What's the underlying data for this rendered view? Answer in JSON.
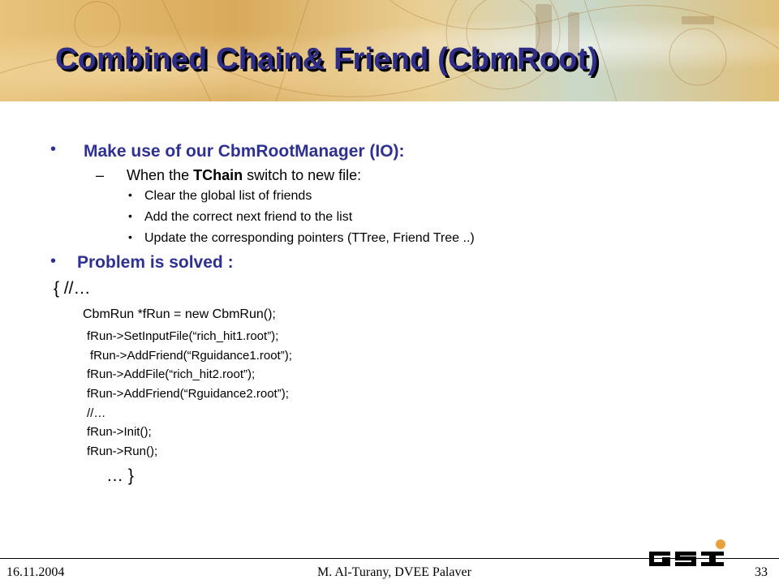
{
  "slide": {
    "title": "Combined Chain& Friend (CbmRoot)",
    "bullets": {
      "b1": "Make use of our CbmRootManager (IO):",
      "b1_sub": {
        "dash": "–",
        "pre": "When the ",
        "bold": "TChain",
        "post": " switch to new file:"
      },
      "b1_items": [
        "Clear the global list of friends",
        "Add  the correct  next friend  to the list",
        "Update the corresponding pointers (TTree, Friend Tree ..)"
      ],
      "b2": "Problem is solved :"
    },
    "code": {
      "open": "{ //…",
      "lines": [
        "CbmRun *fRun = new CbmRun();",
        "fRun->SetInputFile(“rich_hit1.root”);",
        "fRun->AddFriend(“Rguidance1.root”);",
        "fRun->AddFile(“rich_hit2.root”);",
        "fRun->AddFriend(“Rguidance2.root”);",
        "//…",
        "fRun->Init();",
        "fRun->Run();"
      ],
      "close": "…  }"
    }
  },
  "footer": {
    "date": "16.11.2004",
    "author": "M. Al-Turany,  DVEE  Palaver",
    "page": "33"
  },
  "logo": {
    "name": "GSI logo",
    "dot_color": "#e6a23c",
    "mark_color": "#000000"
  },
  "colors": {
    "title": "#2e2d87",
    "bullet": "#2e3192"
  }
}
